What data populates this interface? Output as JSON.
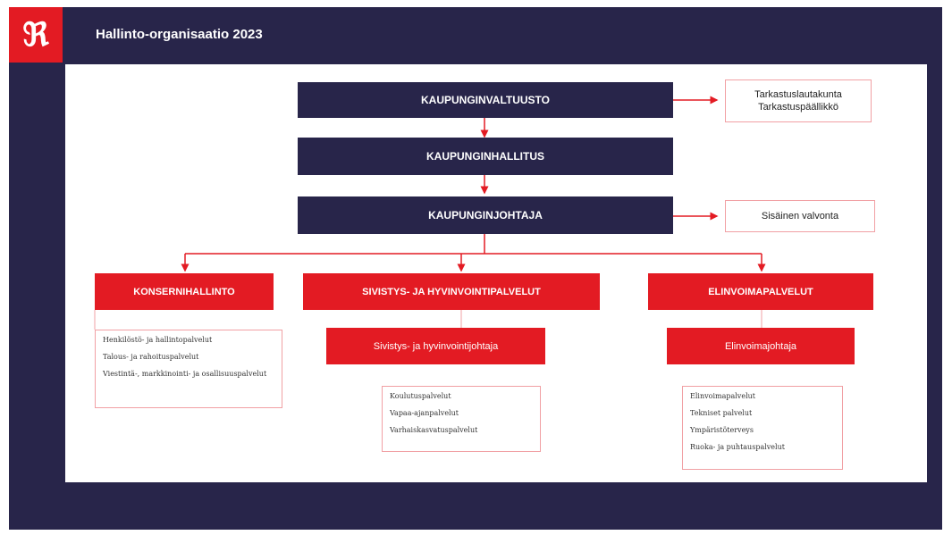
{
  "header": {
    "logo": "ℜ",
    "title": "Hallinto-organisaatio 2023"
  },
  "colors": {
    "navy": "#28254a",
    "red": "#e31b23",
    "pink_border": "#f1a0a4"
  },
  "nodes": {
    "valtuusto": "KAUPUNGINVALTUUSTO",
    "hallitus": "KAUPUNGINHALLITUS",
    "johtaja": "KAUPUNGINJOHTAJA",
    "tarkastus": [
      "Tarkastuslautakunta",
      "Tarkastuspäällikkö"
    ],
    "sisainen": "Sisäinen valvonta",
    "konserni": "KONSERNIHALLINTO",
    "sivistys": "SIVISTYS- JA HYVINVOINTIPALVELUT",
    "sivistys_johtaja": "Sivistys- ja hyvinvointijohtaja",
    "elinvoima": "ELINVOIMAPALVELUT",
    "elinvoima_johtaja": "Elinvoimajohtaja"
  },
  "lists": {
    "konserni": [
      "Henkilöstö- ja hallintopalvelut",
      "Talous- ja rahoituspalvelut",
      "Viestintä-, markkinointi- ja osallisuuspalvelut"
    ],
    "sivistys": [
      "Koulutuspalvelut",
      "Vapaa-ajanpalvelut",
      "Varhaiskasvatuspalvelut"
    ],
    "elinvoima": [
      "Elinvoimapalvelut",
      "Tekniset palvelut",
      "Ympäristöterveys",
      "Ruoka- ja puhtauspalvelut"
    ]
  }
}
